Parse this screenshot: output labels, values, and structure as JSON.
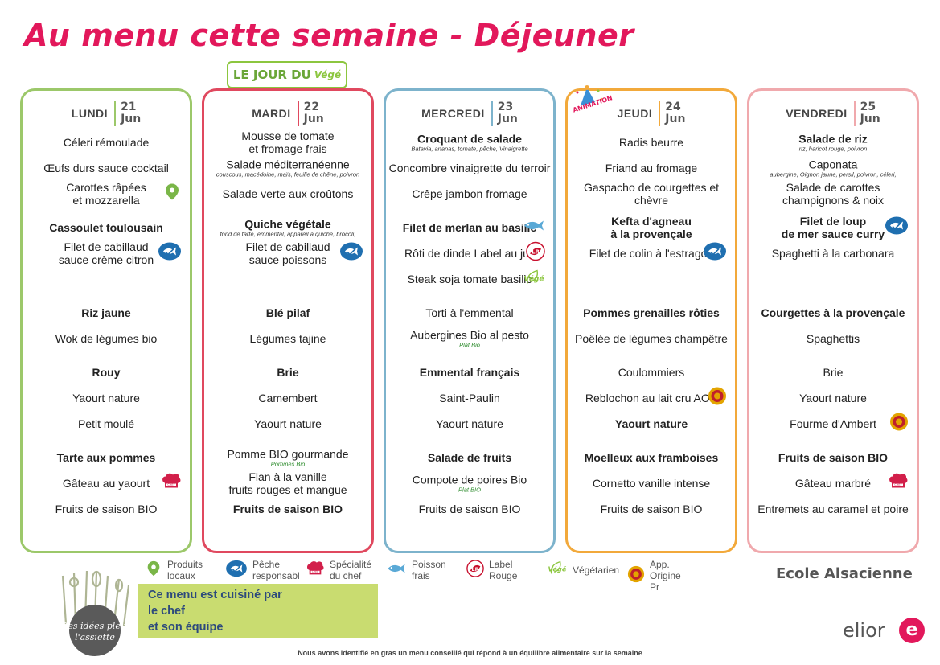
{
  "header": {
    "title": "Au menu cette semaine - Déjeuner",
    "banner_text": "LE JOUR DU",
    "banner_leaf": "Végé"
  },
  "days": [
    {
      "name": "LUNDI",
      "day": "21",
      "month": "Jun",
      "color": "#9cc86a",
      "items": [
        {
          "text": "Céleri rémoulade"
        },
        {
          "text": "Œufs durs sauce cocktail"
        },
        {
          "lines": [
            "Carottes râpées",
            "et mozzarella"
          ]
        },
        {
          "text": "Cassoulet toulousain",
          "bold": true
        },
        {
          "lines": [
            "Filet de cabillaud",
            "sauce crème citron"
          ]
        },
        {
          "text": "Riz jaune",
          "bold": true
        },
        {
          "text": "Wok de légumes bio"
        },
        {
          "text": "Rouy",
          "bold": true
        },
        {
          "text": "Yaourt nature"
        },
        {
          "text": "Petit moulé"
        },
        {
          "text": "Tarte aux pommes",
          "bold": true
        },
        {
          "text": "Gâteau au yaourt"
        },
        {
          "text": "Fruits de saison BIO"
        }
      ]
    },
    {
      "name": "MARDI",
      "day": "22",
      "month": "Jun",
      "color": "#e0495f",
      "items": [
        {
          "lines": [
            "Mousse de tomate",
            "et fromage frais"
          ]
        },
        {
          "text": "Salade méditerranéenne",
          "note": "couscous, macédoine, maïs, feuille de chêne, poivron"
        },
        {
          "text": "Salade verte aux croûtons"
        },
        {
          "text": "Quiche végétale",
          "bold": true,
          "note": "fond de tarte, emmental, appareil à quiche, brocoli,"
        },
        {
          "lines": [
            "Filet de cabillaud",
            "sauce poissons"
          ]
        },
        {
          "text": "Blé pilaf",
          "bold": true
        },
        {
          "text": "Légumes tajine"
        },
        {
          "text": "Brie",
          "bold": true
        },
        {
          "text": "Camembert"
        },
        {
          "text": "Yaourt nature"
        },
        {
          "text": "Pomme BIO gourmande",
          "note": "Pommes Bio"
        },
        {
          "lines": [
            "Flan à la vanille",
            "fruits rouges et mangue"
          ]
        },
        {
          "text": "Fruits de saison BIO",
          "bold": true
        }
      ]
    },
    {
      "name": "MERCREDI",
      "day": "23",
      "month": "Jun",
      "color": "#7db3cc",
      "items": [
        {
          "text": "Croquant de salade",
          "bold": true,
          "note": "Batavia, ananas, tomate, pêche, Vinaigrette"
        },
        {
          "text": "Concombre vinaigrette du terroir"
        },
        {
          "text": "Crêpe jambon fromage"
        },
        {
          "text": "Filet de merlan au basilic",
          "bold": true
        },
        {
          "text": "Rôti de dinde Label au jus"
        },
        {
          "text": "Steak soja tomate basilic"
        },
        {
          "text": "Torti à l'emmental"
        },
        {
          "text": "Aubergines Bio al pesto",
          "note": "Plat Bio"
        },
        {
          "text": "Emmental français",
          "bold": true
        },
        {
          "text": "Saint-Paulin"
        },
        {
          "text": "Yaourt nature"
        },
        {
          "text": "Salade de fruits",
          "bold": true
        },
        {
          "text": "Compote de poires Bio",
          "note": "Plat BIO"
        },
        {
          "text": "Fruits de saison BIO"
        }
      ]
    },
    {
      "name": "JEUDI",
      "day": "24",
      "month": "Jun",
      "color": "#f2a93b",
      "animation_label": "ANIMATION",
      "items": [
        {
          "text": "Radis beurre"
        },
        {
          "text": "Friand au fromage"
        },
        {
          "lines": [
            "Gaspacho de courgettes et",
            "chèvre"
          ]
        },
        {
          "lines": [
            "Kefta d'agneau",
            "à la provençale"
          ],
          "bold": true
        },
        {
          "text": "Filet de colin à l'estragon"
        },
        {
          "text": "Pommes grenailles rôties",
          "bold": true
        },
        {
          "text": "Poêlée de légumes champêtre"
        },
        {
          "text": "Coulommiers"
        },
        {
          "text": "Reblochon au lait cru AOP"
        },
        {
          "text": "Yaourt nature",
          "bold": true
        },
        {
          "text": "Moelleux aux framboises",
          "bold": true
        },
        {
          "text": "Cornetto vanille intense"
        },
        {
          "text": "Fruits de saison BIO"
        }
      ]
    },
    {
      "name": "VENDREDI",
      "day": "25",
      "month": "Jun",
      "color": "#f0a9ad",
      "items": [
        {
          "text": "Salade de riz",
          "bold": true,
          "note": "riz, haricot rouge, poivron"
        },
        {
          "text": "Caponata",
          "note": "aubergine, Oignon jaune, persil, poivron, céleri,"
        },
        {
          "lines": [
            "Salade de carottes",
            "champignons & noix"
          ]
        },
        {
          "lines": [
            "Filet de loup",
            "de mer sauce curry"
          ],
          "bold": true
        },
        {
          "text": "Spaghetti à la carbonara"
        },
        {
          "text": "Courgettes à la provençale",
          "bold": true
        },
        {
          "text": "Spaghettis"
        },
        {
          "text": "Brie"
        },
        {
          "text": "Yaourt nature"
        },
        {
          "text": "Fourme d'Ambert"
        },
        {
          "text": "Fruits de saison BIO",
          "bold": true
        },
        {
          "text": "Gâteau marbré"
        },
        {
          "text": "Entremets au caramel et poire"
        }
      ]
    }
  ],
  "legend": [
    {
      "icon": "pin-icon",
      "lines": [
        "Produits",
        "locaux"
      ]
    },
    {
      "icon": "fish-label-icon",
      "lines": [
        "Pêche",
        "responsabl"
      ]
    },
    {
      "icon": "chef-hat-icon",
      "lines": [
        "Spécialité",
        "du chef"
      ]
    },
    {
      "icon": "fish-icon",
      "lines": [
        "Poisson",
        "frais"
      ]
    },
    {
      "icon": "label-rouge-icon",
      "lines": [
        "Label",
        "Rouge"
      ]
    },
    {
      "icon": "vege-icon",
      "lines": [
        "Végétarien"
      ]
    },
    {
      "icon": "aop-icon",
      "lines": [
        "App.",
        "Origine Pr"
      ]
    }
  ],
  "icon_text": {
    "vege": "Végé",
    "label_rouge": "LR",
    "chef": "CHEF"
  },
  "school": "Ecole Alsacienne",
  "chef_box": {
    "line1": "Ce menu est cuisiné par",
    "line2": "le chef",
    "line3": "et son équipe"
  },
  "logo_text": "Des idées plein l'assiette",
  "brand": {
    "name": "elior",
    "mark": "e"
  },
  "footer": "Nous avons identifié en gras un menu conseillé qui répond à un équilibre alimentaire sur la semaine",
  "colors": {
    "title": "#e2185b",
    "veggie": "#8cc63f",
    "msc": "#1f6fb0",
    "local": "#7ab648",
    "fish": "#5aa9d6",
    "chef": "#d21f4a",
    "label_rouge": "#c8102e",
    "aop": "#e3a400",
    "chef_box": "#c9dc70"
  }
}
